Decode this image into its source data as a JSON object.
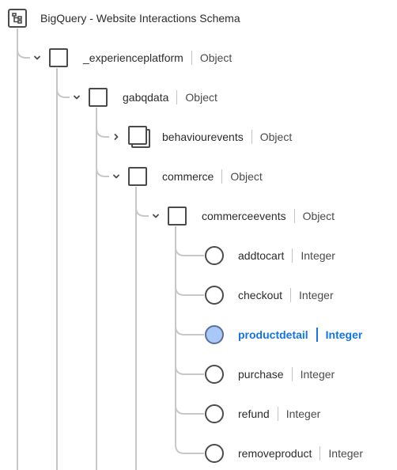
{
  "root": {
    "title": "BigQuery - Website Interactions Schema",
    "icon": "schema-tree-icon"
  },
  "nodes": [
    {
      "id": "experienceplatform",
      "name": "_experienceplatform",
      "type": "Object",
      "kind": "object",
      "expanded": true
    },
    {
      "id": "gabqdata",
      "name": "gabqdata",
      "type": "Object",
      "kind": "object",
      "expanded": true
    },
    {
      "id": "behaviourevents",
      "name": "behaviourevents",
      "type": "Object",
      "kind": "object-array",
      "expanded": false
    },
    {
      "id": "commerce",
      "name": "commerce",
      "type": "Object",
      "kind": "object",
      "expanded": true
    },
    {
      "id": "commerceevents",
      "name": "commerceevents",
      "type": "Object",
      "kind": "object",
      "expanded": true
    },
    {
      "id": "addtocart",
      "name": "addtocart",
      "type": "Integer",
      "kind": "field",
      "selected": false
    },
    {
      "id": "checkout",
      "name": "checkout",
      "type": "Integer",
      "kind": "field",
      "selected": false
    },
    {
      "id": "productdetail",
      "name": "productdetail",
      "type": "Integer",
      "kind": "field",
      "selected": true
    },
    {
      "id": "purchase",
      "name": "purchase",
      "type": "Integer",
      "kind": "field",
      "selected": false
    },
    {
      "id": "refund",
      "name": "refund",
      "type": "Integer",
      "kind": "field",
      "selected": false
    },
    {
      "id": "removeproduct",
      "name": "removeproduct",
      "type": "Integer",
      "kind": "field",
      "selected": false
    }
  ],
  "colors": {
    "line": "#c8c8c8",
    "icon_border": "#4b4b4b",
    "selected_text": "#1473e6",
    "selected_fill": "#a8c8f8"
  }
}
